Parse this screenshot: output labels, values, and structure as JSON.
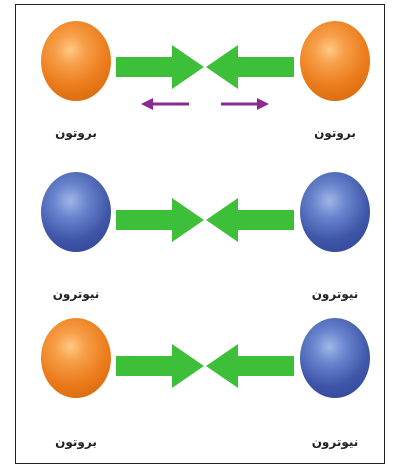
{
  "rows": [
    {
      "left": {
        "particle": "proton",
        "label": "بروتون"
      },
      "right": {
        "particle": "proton",
        "label": "بروتون"
      },
      "repulsion_arrows": true
    },
    {
      "left": {
        "particle": "neutron",
        "label": "نيوترون"
      },
      "right": {
        "particle": "neutron",
        "label": "نيوترون"
      },
      "repulsion_arrows": false
    },
    {
      "left": {
        "particle": "proton",
        "label": "بروتون"
      },
      "right": {
        "particle": "neutron",
        "label": "نيوترون"
      },
      "repulsion_arrows": false
    }
  ],
  "colors": {
    "proton": "#ec7d1d",
    "neutron": "#3f56a8",
    "attraction_arrow": "#3dbf3a",
    "repulsion_arrow": "#8a2a8f",
    "border": "#222222"
  }
}
